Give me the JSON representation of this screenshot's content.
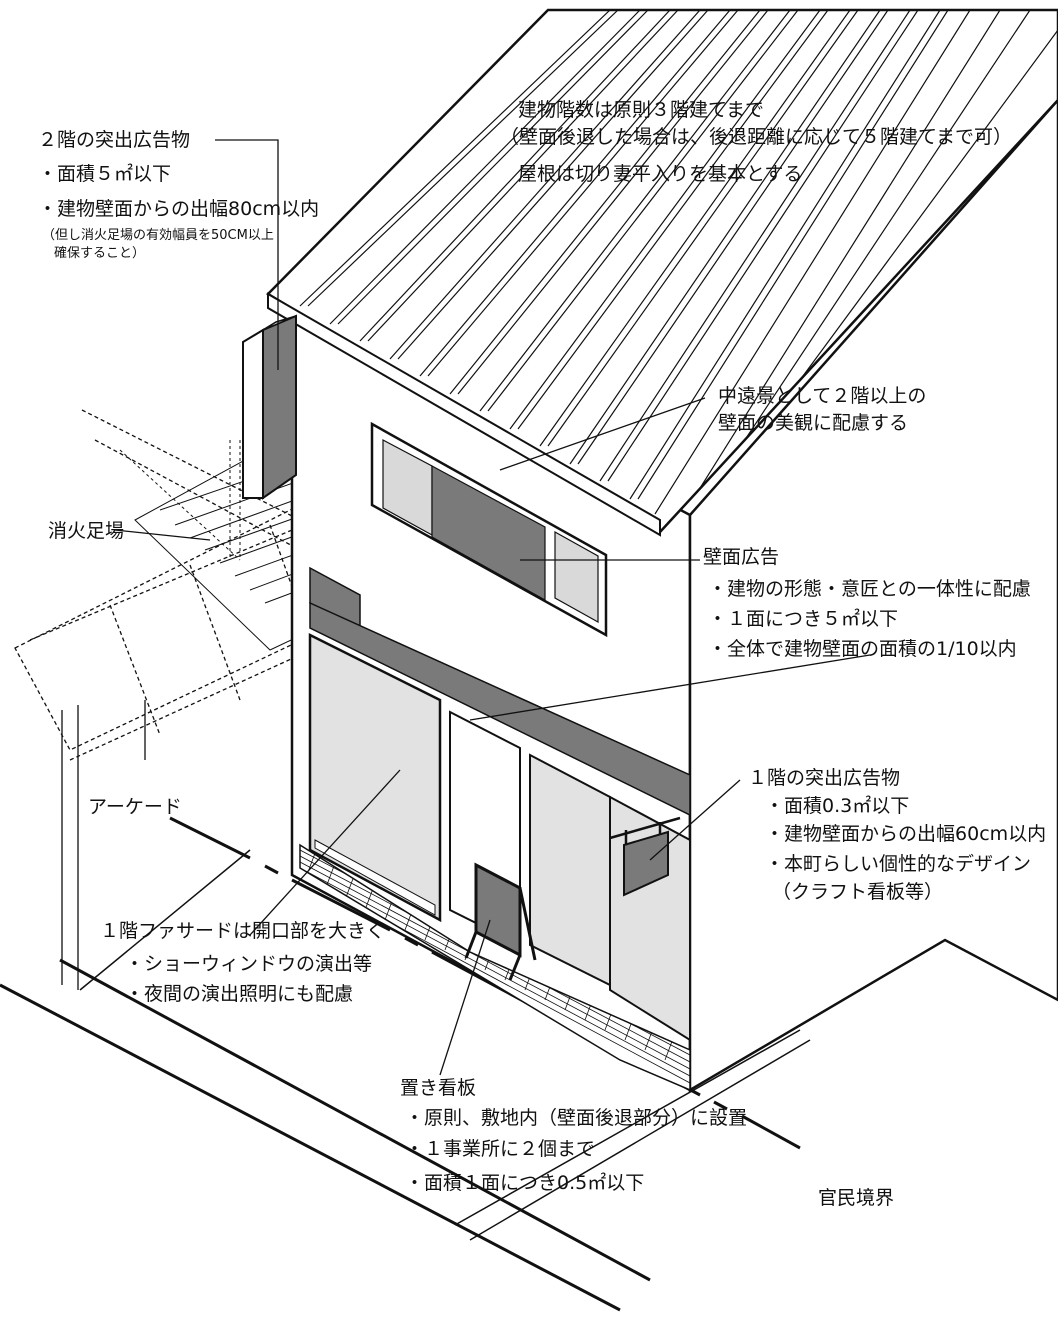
{
  "labels": {
    "floors_title": "建物階数は原則３階建てまで",
    "floors_note": "（壁面後退した場合は、後退距離に応じて５階建てまで可）",
    "roof": "屋根は切り妻平入りを基本とする",
    "sign2_title": "２階の突出広告物",
    "sign2_b1": "面積５㎡以下",
    "sign2_b2": "建物壁面からの出幅80cm以内",
    "sign2_note1": "（但し消火足場の有効幅員を50CM以上",
    "sign2_note2": "確保すること）",
    "wall_view1": "中遠景として２階以上の",
    "wall_view2": "壁面の美観に配慮する",
    "fire_scaffold": "消火足場",
    "wall_ad_title": "壁面広告",
    "wall_ad_b1": "建物の形態・意匠との一体性に配慮",
    "wall_ad_b2": "１面につき５㎡以下",
    "wall_ad_b3": "全体で建物壁面の面積の1/10以内",
    "sign1_title": "１階の突出広告物",
    "sign1_b1": "面積0.3㎡以下",
    "sign1_b2": "建物壁面からの出幅60cm以内",
    "sign1_b3": "本町らしい個性的なデザイン",
    "sign1_b4": "（クラフト看板等）",
    "arcade": "アーケード",
    "facade_title": "１階ファサードは開口部を大きく",
    "facade_b1": "ショーウィンドウの演出等",
    "facade_b2": "夜間の演出照明にも配慮",
    "standing_title": "置き看板",
    "standing_b1": "原則、敷地内（壁面後退部分）に設置",
    "standing_b2": "１事業所に２個まで",
    "standing_b3": "面積１面につき0.5㎡以下",
    "boundary": "官民境界"
  },
  "colors": {
    "line": "#111111",
    "panel_dark": "#7a7a7a",
    "panel_light": "#d9d9d9",
    "background": "#ffffff"
  }
}
